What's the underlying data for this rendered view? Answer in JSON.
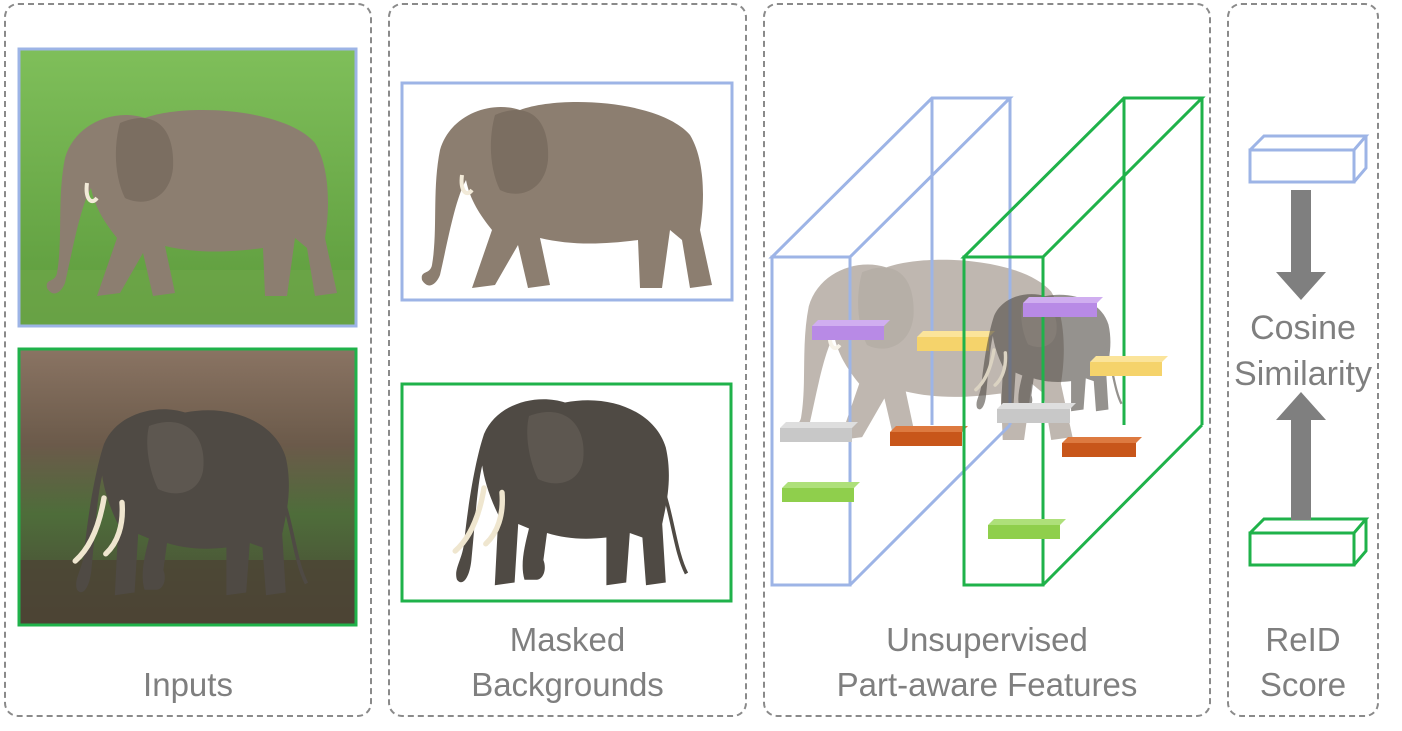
{
  "panels": {
    "inputs": {
      "label": "Inputs"
    },
    "masked": {
      "label_line1": "Masked",
      "label_line2": "Backgrounds"
    },
    "features": {
      "label_line1": "Unsupervised",
      "label_line2": "Part-aware Features"
    },
    "reid": {
      "label_line1": "ReID",
      "label_line2": "Score",
      "similarity_line1": "Cosine",
      "similarity_line2": "Similarity"
    }
  },
  "colors": {
    "blue_frame": "#9db4e6",
    "green_frame": "#1fb24a",
    "part_purple": "#b88ae6",
    "part_yellow": "#f5d36b",
    "part_grey": "#c8c8c8",
    "part_orange": "#c8561a",
    "part_green": "#8fcf4c",
    "arrow": "#7f7f7f"
  }
}
